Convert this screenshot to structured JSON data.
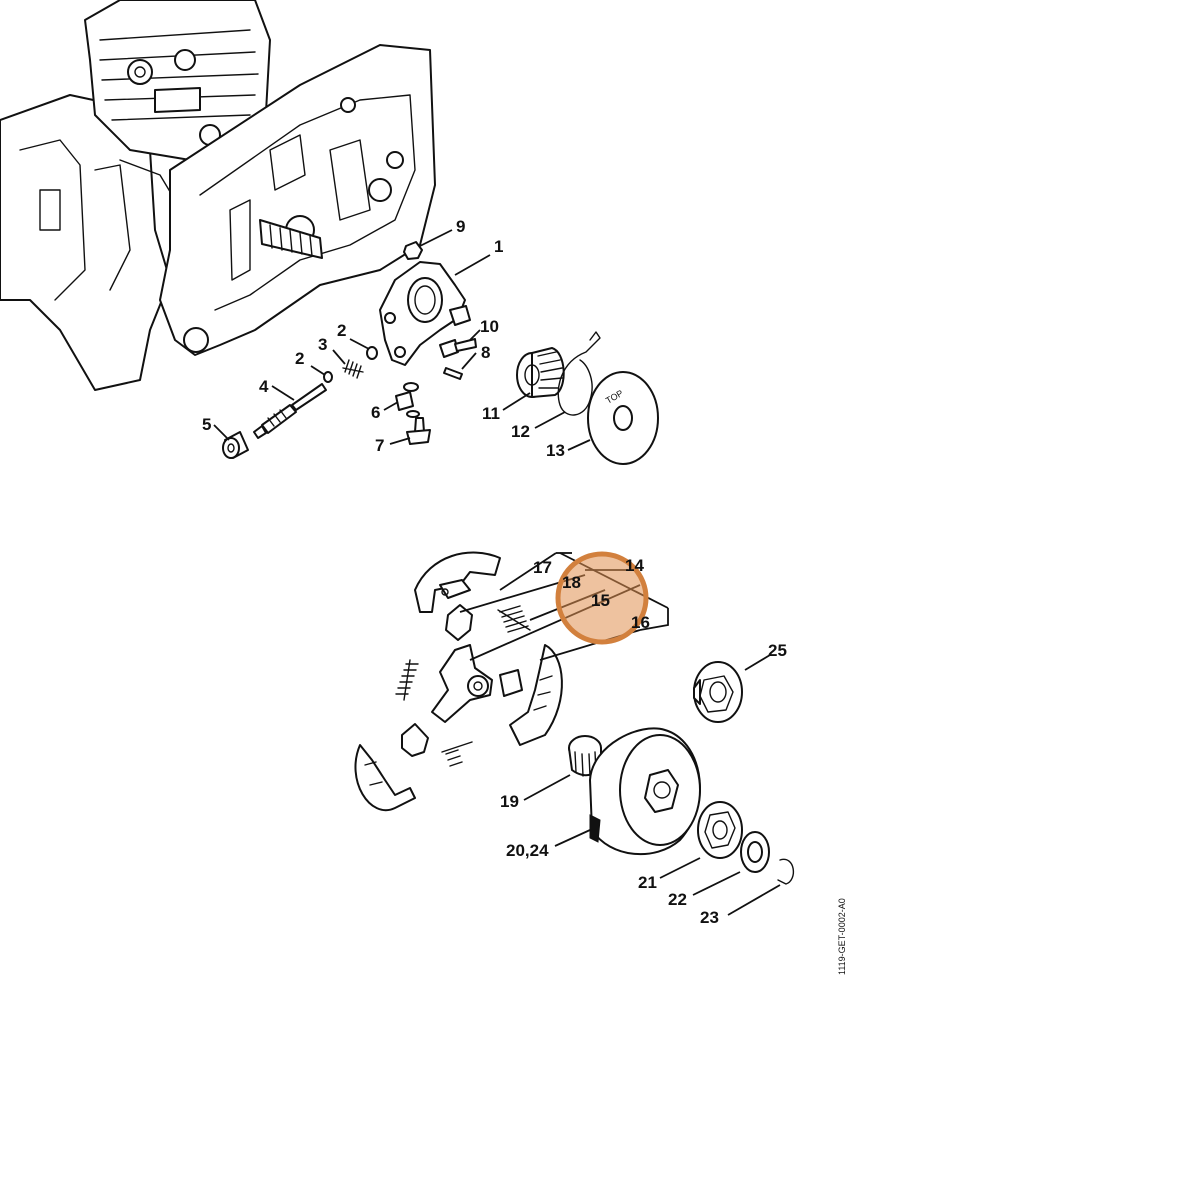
{
  "colors": {
    "line": "#111111",
    "background": "#ffffff",
    "highlight_stroke": "#d2803d",
    "highlight_fill": "rgba(224,143,80,0.55)"
  },
  "labels": {
    "p1": "1",
    "p2a": "2",
    "p2b": "2",
    "p3": "3",
    "p4": "4",
    "p5": "5",
    "p6": "6",
    "p7": "7",
    "p8": "8",
    "p9": "9",
    "p10": "10",
    "p11": "11",
    "p12": "12",
    "p13": "13",
    "p14": "14",
    "p15": "15",
    "p16": "16",
    "p17": "17",
    "p18": "18",
    "p19": "19",
    "p20_24": "20,24",
    "p21": "21",
    "p22": "22",
    "p23": "23",
    "p25": "25"
  },
  "engraving": {
    "top": "TOP"
  },
  "drawing_code": "1119-GET-0002-A0",
  "highlighted_part": "15"
}
